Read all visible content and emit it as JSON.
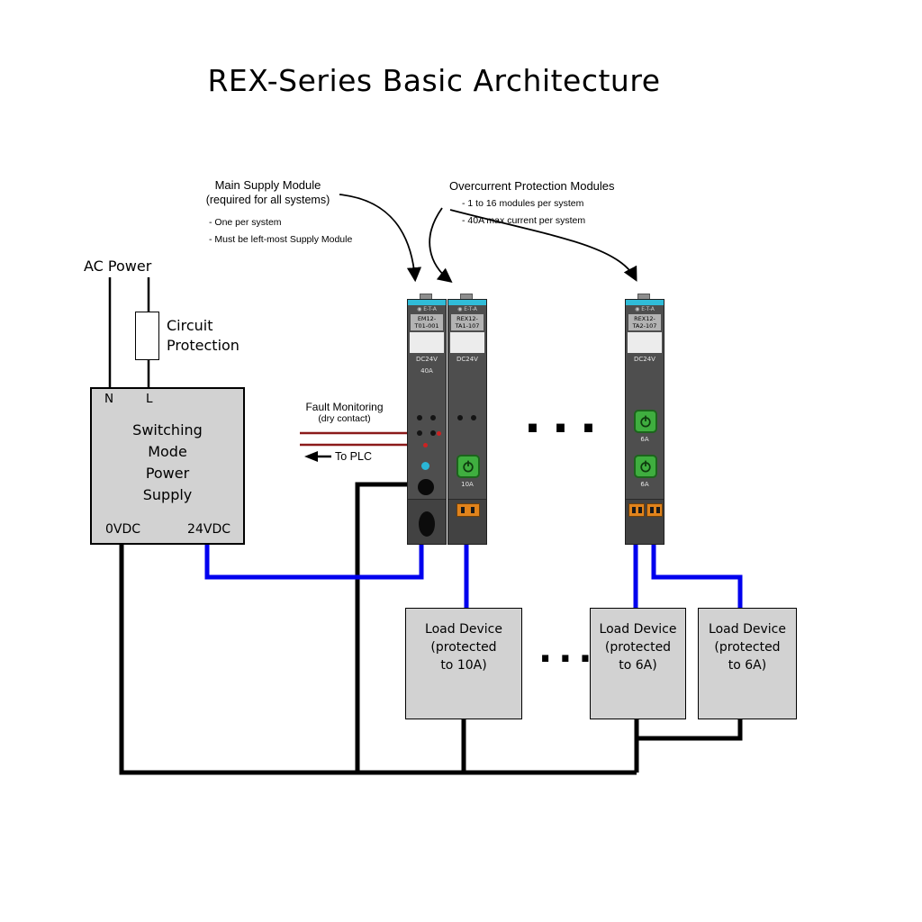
{
  "title": "REX-Series Basic Architecture",
  "annotations": {
    "main_supply": {
      "title": "Main Supply Module",
      "subtitle": "(required for all systems)",
      "bullets": [
        "- One per system",
        "- Must be left-most Supply Module"
      ]
    },
    "overcurrent": {
      "title": "Overcurrent Protection Modules",
      "bullets": [
        "- 1 to 16 modules per system",
        "- 40A max current per system"
      ]
    },
    "fault": {
      "title": "Fault Monitoring",
      "subtitle": "(dry contact)",
      "to_plc": "To PLC"
    },
    "ac_power": "AC Power",
    "circuit_protection": {
      "line1": "Circuit",
      "line2": "Protection"
    }
  },
  "power_supply": {
    "terminal_n": "N",
    "terminal_l": "L",
    "line1": "Switching",
    "line2": "Mode",
    "line3": "Power",
    "line4": "Supply",
    "v0": "0VDC",
    "v24": "24VDC"
  },
  "modules": [
    {
      "brand": "E-T-A",
      "model_line1": "EM12-",
      "model_line2": "T01-001",
      "voltage": "DC24V",
      "rating": "40A"
    },
    {
      "brand": "E-T-A",
      "model_line1": "REX12-",
      "model_line2": "TA1-107",
      "voltage": "DC24V",
      "rating": "10A"
    },
    {
      "brand": "E-T-A",
      "model_line1": "REX12-",
      "model_line2": "TA2-107",
      "voltage": "DC24V",
      "rating1": "6A",
      "rating2": "6A"
    }
  ],
  "loads": [
    {
      "line1": "Load Device",
      "line2": "(protected",
      "line3": "to 10A)"
    },
    {
      "line1": "Load Device",
      "line2": "(protected",
      "line3": "to 6A)"
    },
    {
      "line1": "Load Device",
      "line2": "(protected",
      "line3": "to 6A)"
    }
  ],
  "gaps": {
    "modules": "...",
    "loads": "..."
  },
  "colors": {
    "wire_dc24": "#0000ee",
    "wire_return": "#000000",
    "fault_wire": "#8b1a1a",
    "module_accent": "#30bcd8",
    "button_green": "#3fae3f",
    "connector_orange": "#e0831c",
    "box_fill": "#d2d2d2"
  }
}
